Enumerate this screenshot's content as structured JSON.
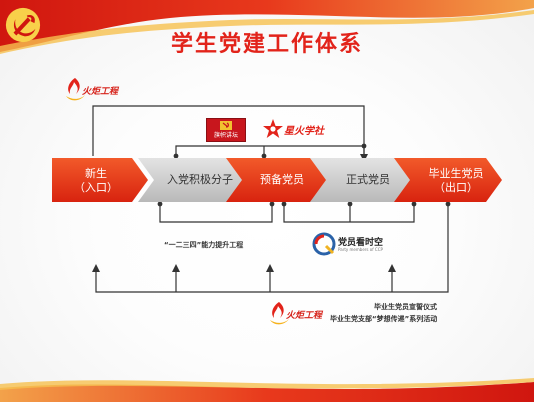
{
  "title": "学生党建工作体系",
  "stages": [
    {
      "line1": "新生",
      "line2": "（入口）",
      "color": "#e8341b"
    },
    {
      "line1": "入党积极分子",
      "line2": "",
      "color": "#c9c9c9"
    },
    {
      "line1": "预备党员",
      "line2": "",
      "color": "#e8341b"
    },
    {
      "line1": "正式党员",
      "line2": "",
      "color": "#c9c9c9"
    },
    {
      "line1": "毕业生党员",
      "line2": "（出口）",
      "color": "#e8341b"
    }
  ],
  "logos": {
    "huoju_top": "火炬工程",
    "flag_box": "旗帜讲坛",
    "xinghuo": "星火学社",
    "dangyuan": "党员看时空",
    "dangyuan_sub": "Party members of CCP",
    "huoju_bottom": "火炬工程"
  },
  "captions": {
    "nengli": "“一二三四”能力提升工程",
    "xuanshi": "毕业生党员宣誓仪式",
    "mengxiang": "毕业生党支部“梦想传递”系列活动"
  },
  "colors": {
    "accent": "#e2231a",
    "arrow_red": "#e8341b",
    "arrow_gray": "#c9c9c9",
    "line": "#333333"
  }
}
